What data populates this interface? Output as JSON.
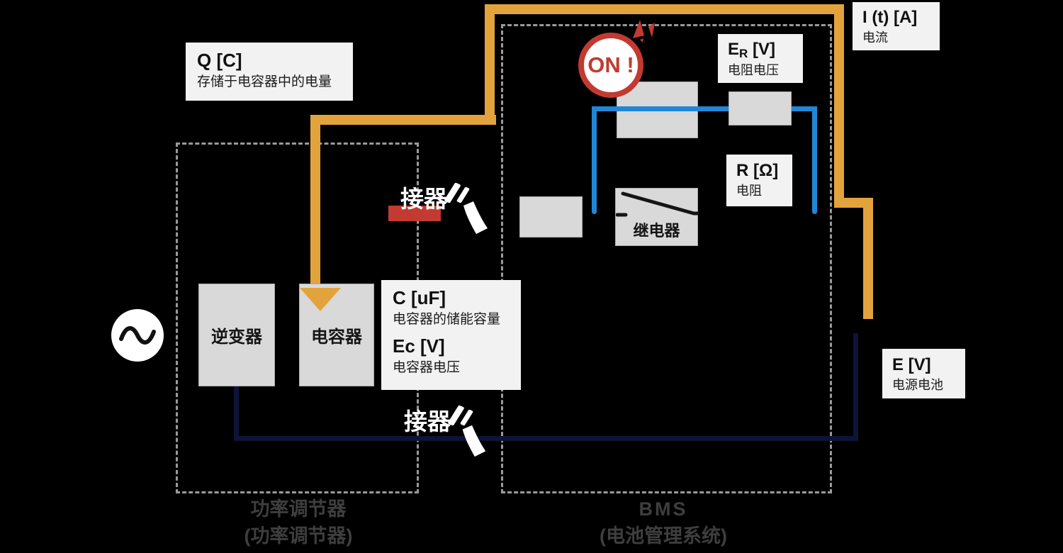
{
  "labels": {
    "q": {
      "title": "Q [C]",
      "desc": "存储于电容器中的电量"
    },
    "c": {
      "title1": "C [uF]",
      "desc1": "电容器的储能容量",
      "title2": "Ec [V]",
      "desc2": "电容器电压"
    },
    "er": {
      "base": "E",
      "sub": "R",
      "unit": " [V]",
      "desc": "电阻电压"
    },
    "r": {
      "title": "R [Ω]",
      "desc": "电阻"
    },
    "i": {
      "title": "I (t) [A]",
      "desc": "电流"
    },
    "e": {
      "title": "E [V]",
      "desc": "电源电池"
    }
  },
  "components": {
    "inverter": "逆变器",
    "capacitor": "电容器",
    "relay": "继电器"
  },
  "badge": {
    "on": "ON !"
  },
  "marks": {
    "text": "接器"
  },
  "sections": {
    "pc": {
      "line1": "功率调节器",
      "line2": "(功率调节器)"
    },
    "bms": {
      "line1": "BMS",
      "line2": "(电池管理系统)"
    }
  },
  "colors": {
    "current_wire_orange": "#E3A33C",
    "measure_wire_blue": "#2186D6",
    "return_wire_navy": "#0E1338",
    "alert_red": "#C23A31",
    "component_gray": "#D9D9D9",
    "card_bg": "#F2F2F2",
    "dash_gray": "#9A9A9A",
    "section_text": "#3E3E3E",
    "background": "#000000"
  }
}
